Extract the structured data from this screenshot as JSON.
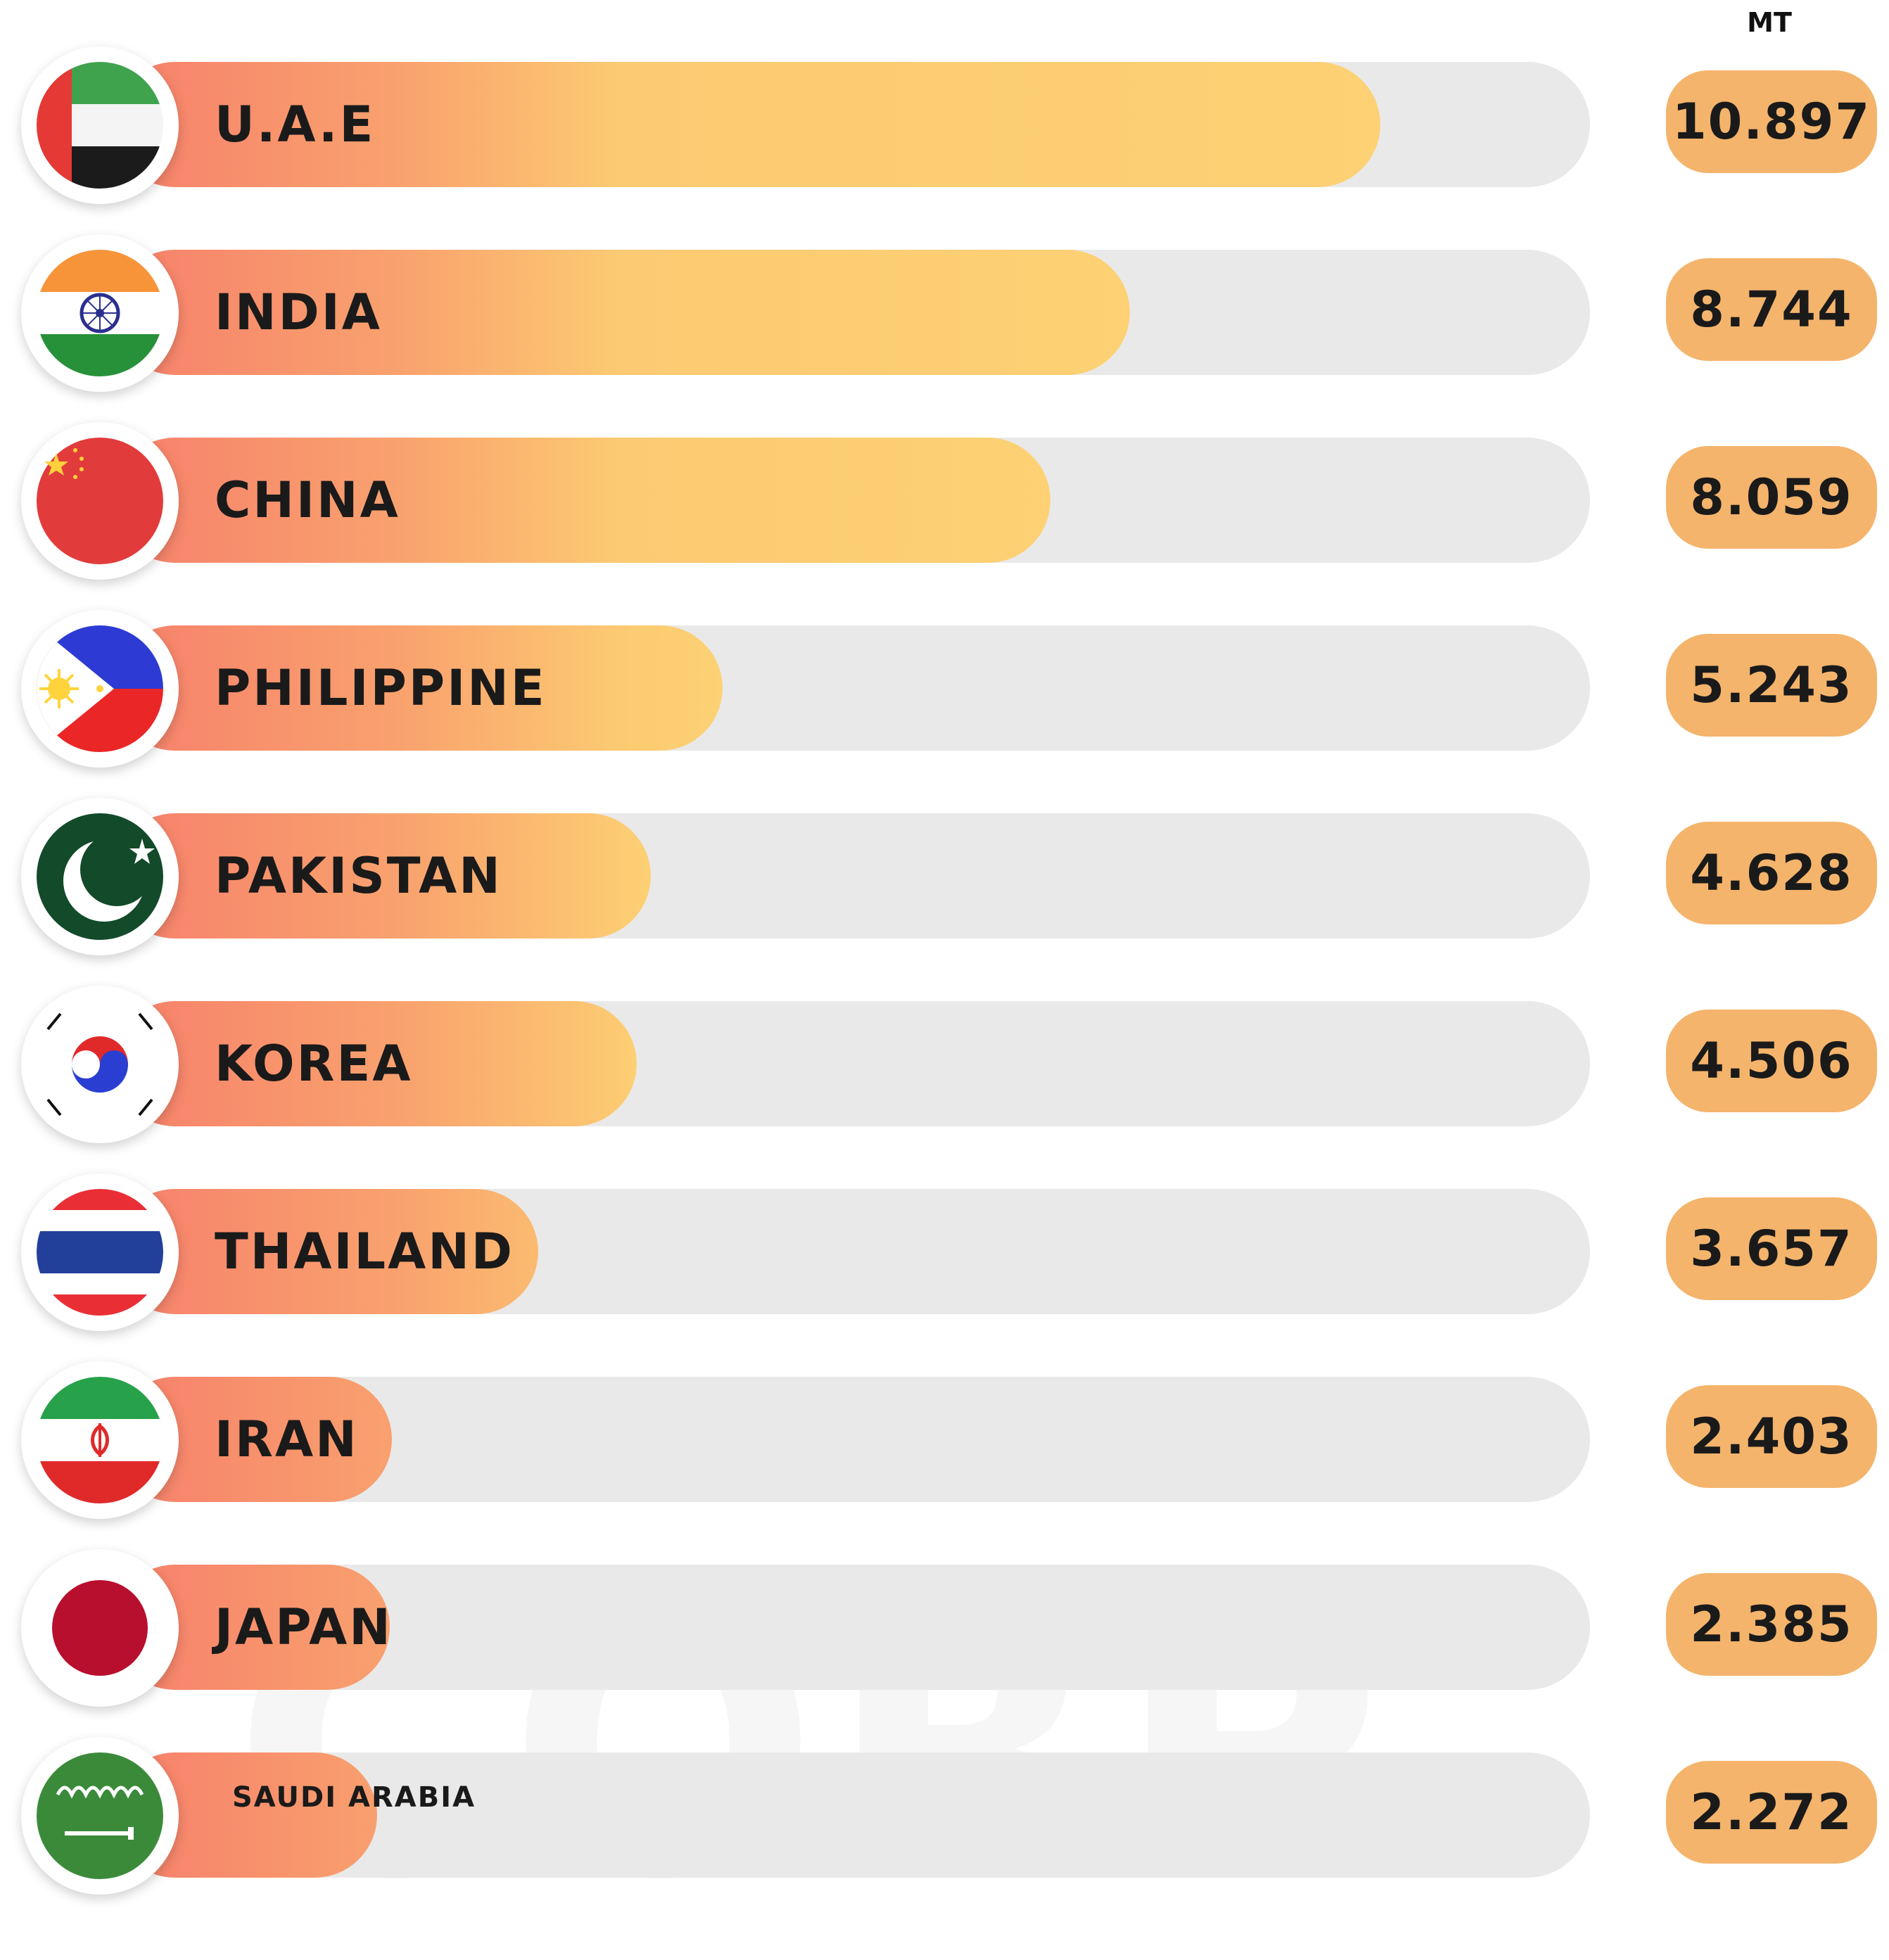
{
  "watermark": "CORP",
  "chart_data": {
    "type": "bar",
    "orientation": "horizontal",
    "unit": "MT",
    "xlim": [
      0,
      12.7
    ],
    "categories": [
      "U.A.E",
      "INDIA",
      "CHINA",
      "PHILIPPINE",
      "PAKISTAN",
      "KOREA",
      "THAILAND",
      "IRAN",
      "JAPAN",
      "SAUDI ARABIA"
    ],
    "value_labels": [
      "10.897",
      "8.744",
      "8.059",
      "5.243",
      "4.628",
      "4.506",
      "3.657",
      "2.403",
      "2.385",
      "2.272"
    ],
    "values": [
      10.897,
      8.744,
      8.059,
      5.243,
      4.628,
      4.506,
      3.657,
      2.403,
      2.385,
      2.272
    ],
    "flag_icons": [
      "uae-flag-icon",
      "india-flag-icon",
      "china-flag-icon",
      "philippines-flag-icon",
      "pakistan-flag-icon",
      "korea-flag-icon",
      "thailand-flag-icon",
      "iran-flag-icon",
      "japan-flag-icon",
      "saudi-arabia-flag-icon"
    ],
    "colors": {
      "gradient_start": "#f67f6b",
      "gradient_end": "#fdd174",
      "track": "#e9e9e9",
      "value_pill": "#f4b46c"
    },
    "grid": false,
    "legend": "none"
  }
}
